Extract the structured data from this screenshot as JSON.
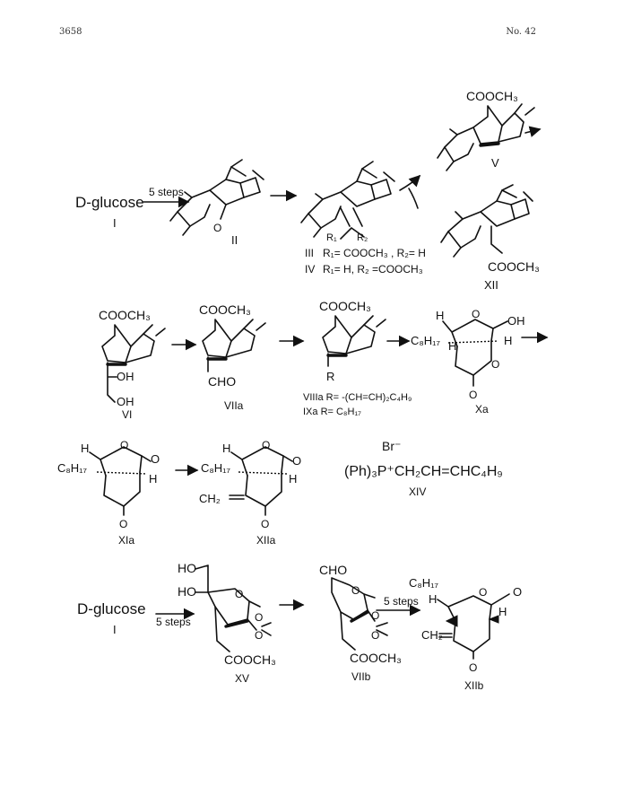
{
  "header": {
    "page_number": "3658",
    "issue": "No. 42"
  },
  "scheme1": {
    "start": "D-glucose",
    "start_num": "I",
    "arrow_label": "5 steps",
    "compounds": {
      "II": "II",
      "III": "III",
      "III_def": "R₁= COOCH₃ , R₂= H",
      "IV": "IV",
      "IV_def": "R₁= H, R₂ =COOCH₃",
      "V": "V",
      "V_group": "COOCH₃",
      "XII": "XII",
      "XII_group": "COOCH₃",
      "R1": "R₁",
      "R2": "R₂"
    }
  },
  "scheme2": {
    "VI": "VI",
    "VI_top": "COOCH₃",
    "VI_oh": "OH",
    "VI_oh2": "OH",
    "VIIa": "VIIa",
    "VIIa_top": "COOCH₃",
    "VIIa_cho": "CHO",
    "VIIIa_top": "COOCH₃",
    "VIIIa_r": "R",
    "VIIIa_def": "VIIIa R= -(CH=CH)₂C₄H₉",
    "IXa_def": "IXa R= C₈H₁₇",
    "Xa": "Xa",
    "Xa_oh": "OH",
    "Xa_c8": "C₈H₁₇"
  },
  "scheme3": {
    "XIa": "XIa",
    "XIIa": "XIIa",
    "c8": "C₈H₁₇",
    "ch2": "CH₂",
    "XIV_br": "Br⁻",
    "XIV_formula": "(Ph)₃P⁺CH₂CH=CHC₄H₉",
    "XIV": "XIV"
  },
  "scheme4": {
    "start": "D-glucose",
    "start_num": "I",
    "arrow1_label": "5 steps",
    "arrow2_label": "5 steps",
    "XV": "XV",
    "XV_ho1": "HO",
    "XV_ho2": "HO",
    "XV_ester": "COOCH₃",
    "VIIb": "VIIb",
    "VIIb_cho": "CHO",
    "VIIb_ester": "COOCH₃",
    "XIIb": "XIIb",
    "XIIb_c8": "C₈H₁₇",
    "XIIb_ch2": "CH₂"
  }
}
